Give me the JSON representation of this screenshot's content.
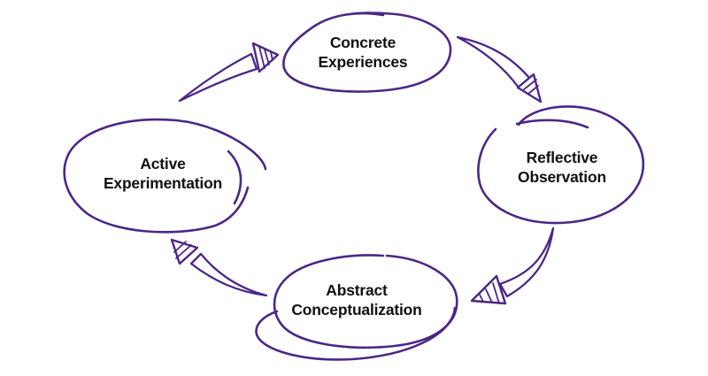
{
  "diagram": {
    "type": "cycle",
    "background_color": "#ffffff",
    "stroke_color": "#4b2787",
    "text_color": "#111111",
    "stages": [
      {
        "id": "concrete-experiences",
        "label": "Concrete\nExperiences"
      },
      {
        "id": "reflective-observation",
        "label": "Reflective\nObservation"
      },
      {
        "id": "abstract-conceptualization",
        "label": "Abstract\nConceptualization"
      },
      {
        "id": "active-experimentation",
        "label": "Active\nExperimentation"
      }
    ],
    "connections": [
      {
        "from": "active-experimentation",
        "to": "concrete-experiences"
      },
      {
        "from": "concrete-experiences",
        "to": "reflective-observation"
      },
      {
        "from": "reflective-observation",
        "to": "abstract-conceptualization"
      },
      {
        "from": "abstract-conceptualization",
        "to": "active-experimentation"
      }
    ]
  }
}
